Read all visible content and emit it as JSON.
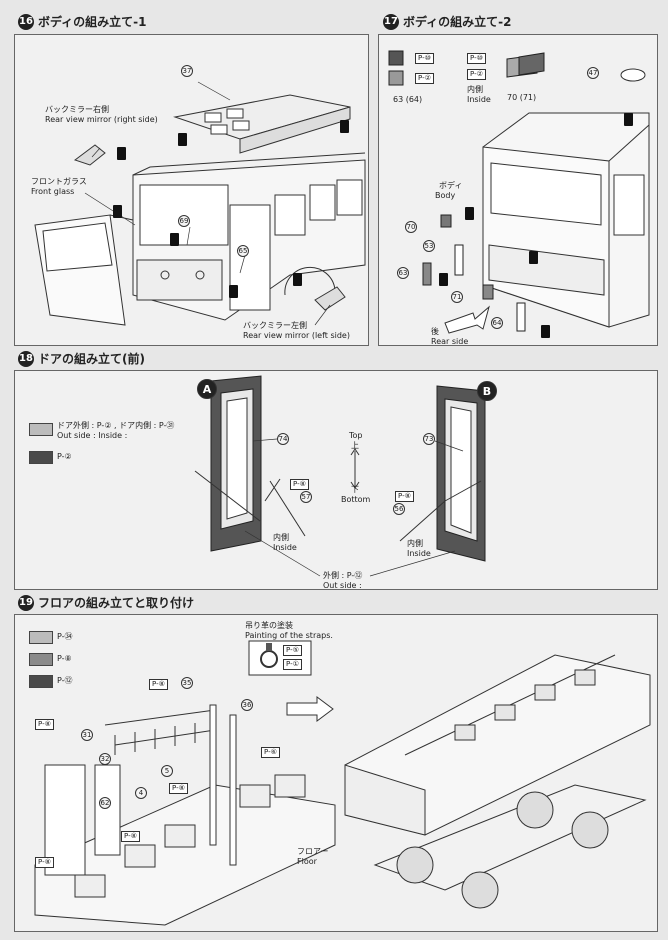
{
  "sections": {
    "s16": {
      "number": "16",
      "title": "ボディの組み立て-1"
    },
    "s17": {
      "number": "17",
      "title": "ボディの組み立て-2"
    },
    "s18": {
      "number": "18",
      "title": "ドアの組み立て(前)"
    },
    "s19": {
      "number": "19",
      "title": "フロアの組み立てと取り付け"
    }
  },
  "s16": {
    "mirror_right_jp": "バックミラー右側",
    "mirror_right_en": "Rear view mirror (right side)",
    "front_glass_jp": "フロントガラス",
    "front_glass_en": "Front glass",
    "mirror_left_jp": "バックミラー左側",
    "mirror_left_en": "Rear view mirror (left side)",
    "part_a": "37",
    "part_b": "69",
    "part_c": "65"
  },
  "s17": {
    "body_jp": "ボディ",
    "body_en": "Body",
    "inside_jp": "内側",
    "inside_en": "Inside",
    "rear_jp": "後",
    "rear_en": "Rear side",
    "ref_a": "P-⑩",
    "ref_b": "P-②",
    "parts_left": "63 (64)",
    "parts_mid": "70 (71)",
    "p47": "47",
    "p70": "70",
    "p53": "53",
    "p63": "63",
    "p71": "71",
    "p64": "64"
  },
  "s18": {
    "door_a": "A",
    "door_b": "B",
    "legend1_jp": "ドア外側 : P-② , ドア内側 : P-㉛",
    "legend1_en": "Out side :            Inside :",
    "legend2": "P-②",
    "part_74": "74",
    "part_73": "73",
    "part_57": "57",
    "part_56": "56",
    "ref_8": "P-⑧",
    "top_jp": "上",
    "top_en": "Top",
    "bottom_jp": "下",
    "bottom_en": "Bottom",
    "inside_jp": "内側",
    "inside_en": "Inside",
    "outside_jp": "外側 : P-⑫",
    "outside_en": "Out side :"
  },
  "s19": {
    "legend": [
      "P-㉞",
      "P-⑧",
      "P-⑫"
    ],
    "straps_jp": "吊り革の塗装",
    "straps_en": "Painting of the straps.",
    "straps_refs": [
      "P-⑤",
      "P-①"
    ],
    "floor_jp": "フロアー",
    "floor_en": "Floor",
    "parts": [
      "35",
      "36",
      "31",
      "32",
      "62",
      "5",
      "4"
    ],
    "refs": [
      "P-⑧",
      "P-⑧",
      "P-⑧",
      "P-⑧",
      "P-⑧",
      "P-⑥"
    ]
  },
  "colors": {
    "light_gray": "#bcbcbc",
    "mid_gray": "#8a8a8a",
    "dark_gray": "#4a4a4a"
  }
}
